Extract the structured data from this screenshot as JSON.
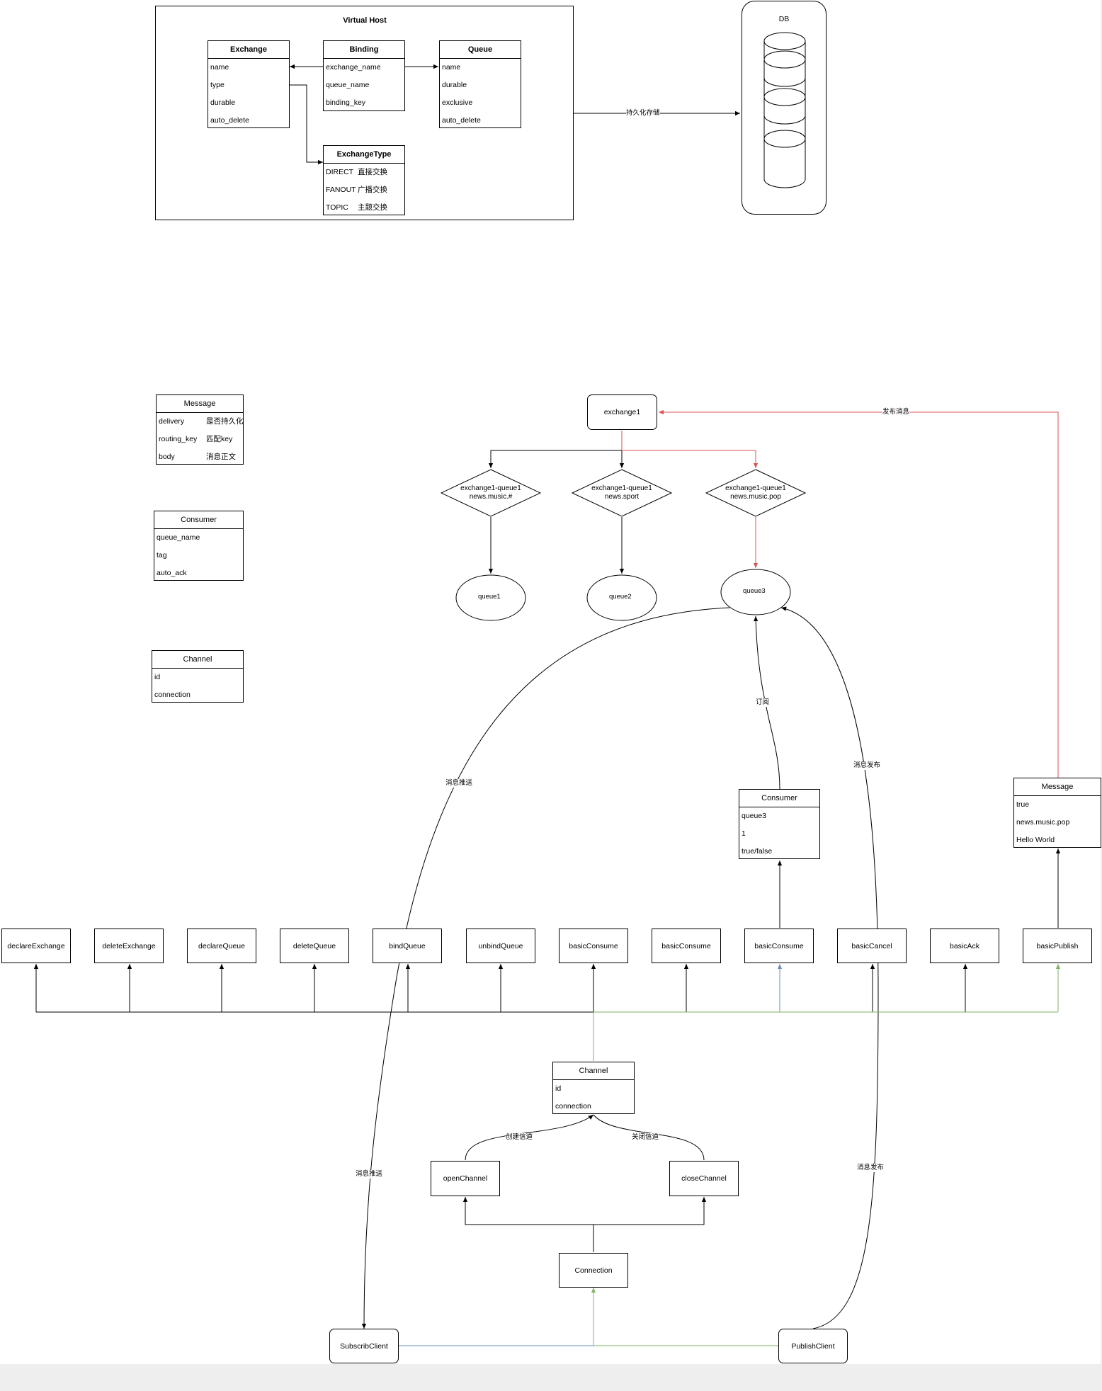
{
  "virtual_host": {
    "title": "Virtual Host",
    "exchange": {
      "title": "Exchange",
      "fields": [
        "name",
        "type",
        "durable",
        "auto_delete"
      ]
    },
    "binding": {
      "title": "Binding",
      "fields": [
        "exchange_name",
        "queue_name",
        "binding_key"
      ]
    },
    "queue": {
      "title": "Queue",
      "fields": [
        "name",
        "durable",
        "exclusive",
        "auto_delete"
      ]
    },
    "exchange_type": {
      "title": "ExchangeType",
      "rows": [
        {
          "name": "DIRECT",
          "desc": "直接交换"
        },
        {
          "name": "FANOUT",
          "desc": "广播交换"
        },
        {
          "name": "TOPIC",
          "desc": "主题交换"
        }
      ]
    },
    "persist_label": "持久化存储"
  },
  "db": {
    "title": "DB"
  },
  "message_def": {
    "title": "Message",
    "rows": [
      {
        "name": "delivery",
        "desc": "是否持久化"
      },
      {
        "name": "routing_key",
        "desc": "匹配key"
      },
      {
        "name": "body",
        "desc": "消息正文"
      }
    ]
  },
  "consumer_def": {
    "title": "Consumer",
    "fields": [
      "queue_name",
      "tag",
      "auto_ack"
    ]
  },
  "channel_def": {
    "title": "Channel",
    "fields": [
      "id",
      "connection"
    ]
  },
  "topology": {
    "exchange": "exchange1",
    "bindings": [
      {
        "line1": "exchange1-queue1",
        "line2": "news.music.#"
      },
      {
        "line1": "exchange1-queue1",
        "line2": "news.sport"
      },
      {
        "line1": "exchange1-queue1",
        "line2": "news.music.pop"
      }
    ],
    "queues": [
      "queue1",
      "queue2",
      "queue3"
    ]
  },
  "edge_labels": {
    "publish_message": "发布消息",
    "subscribe": "订阅",
    "push_upper": "消息推送",
    "publish_upper": "消息发布",
    "push_lower": "消息推送",
    "publish_lower": "消息发布",
    "create_channel": "创建信道",
    "close_channel": "关闭信道"
  },
  "consumer_instance": {
    "title": "Consumer",
    "fields": [
      "queue3",
      "1",
      "true/false"
    ]
  },
  "message_instance": {
    "title": "Message",
    "fields": [
      "true",
      "news.music.pop",
      "Hello World"
    ]
  },
  "api_methods": [
    "declareExchange",
    "deleteExchange",
    "declareQueue",
    "deleteQueue",
    "bindQueue",
    "unbindQueue",
    "basicConsume",
    "basicConsume",
    "basicConsume",
    "basicCancel",
    "basicAck",
    "basicPublish"
  ],
  "channel_instance": {
    "title": "Channel",
    "fields": [
      "id",
      "connection"
    ]
  },
  "open_channel": "openChannel",
  "close_channel": "closeChannel",
  "connection": "Connection",
  "subscrib_client": "SubscribClient",
  "publish_client": "PublishClient",
  "colors": {
    "line": "#000000",
    "red": "#d9534f",
    "green": "#82b366",
    "blue": "#6c8ebf"
  }
}
